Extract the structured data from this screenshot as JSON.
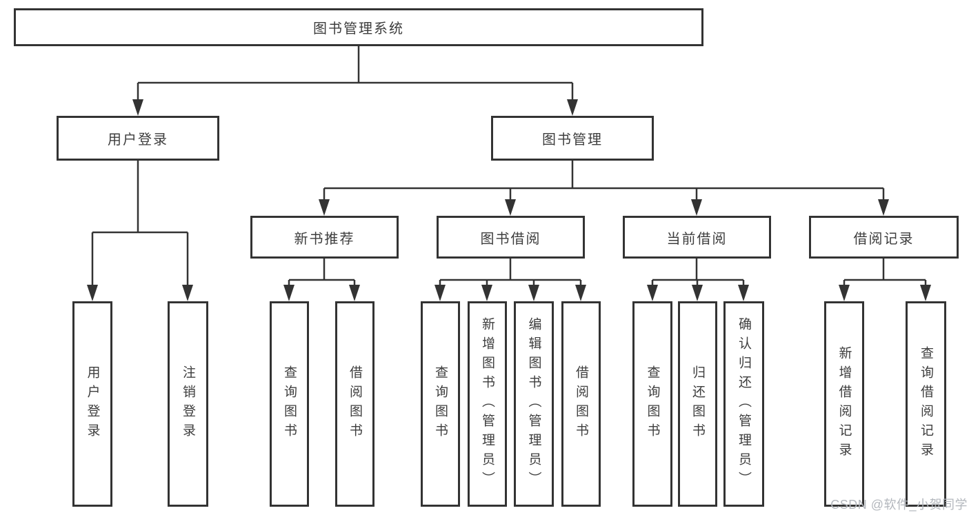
{
  "diagram": {
    "type": "hierarchy-tree",
    "colors": {
      "line": "#333333",
      "box_border": "#333333",
      "box_fill": "#ffffff",
      "text": "#3d3d3d",
      "watermark": "#b3b7bd",
      "background": "#ffffff"
    }
  },
  "tree": {
    "label": "图书管理系统",
    "children": [
      {
        "label": "用户登录",
        "children": [
          {
            "label": "用户登录"
          },
          {
            "label": "注销登录"
          }
        ]
      },
      {
        "label": "图书管理",
        "children": [
          {
            "label": "新书推荐",
            "children": [
              {
                "label": "查询图书"
              },
              {
                "label": "借阅图书"
              }
            ]
          },
          {
            "label": "图书借阅",
            "children": [
              {
                "label": "查询图书"
              },
              {
                "label": "新增图书（管理员）"
              },
              {
                "label": "编辑图书（管理员）"
              },
              {
                "label": "借阅图书"
              }
            ]
          },
          {
            "label": "当前借阅",
            "children": [
              {
                "label": "查询图书"
              },
              {
                "label": "归还图书"
              },
              {
                "label": "确认归还（管理员）"
              }
            ]
          },
          {
            "label": "借阅记录",
            "children": [
              {
                "label": "新增借阅记录"
              },
              {
                "label": "查询借阅记录"
              }
            ]
          }
        ]
      }
    ]
  },
  "watermark": {
    "text": "CSDN @软件_小贺同学"
  }
}
